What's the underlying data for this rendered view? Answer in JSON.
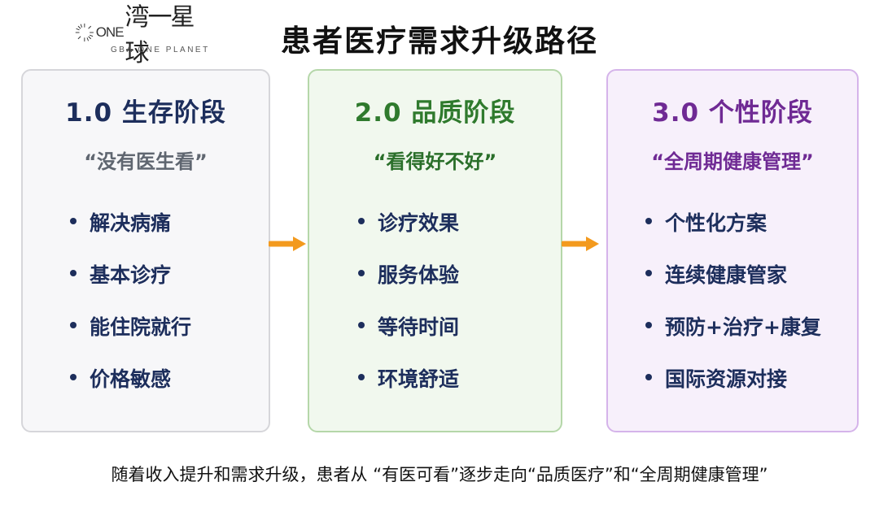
{
  "logo": {
    "one_text": "ONE",
    "cn_text": "湾一星球",
    "sub_text": "GBA ONE PLANET"
  },
  "title": "患者医疗需求升级路径",
  "stages": [
    {
      "title": "1.0 生存阶段",
      "subtitle": "“没有医生看”",
      "items": [
        "解决病痛",
        "基本诊疗",
        "能住院就行",
        "价格敏感"
      ]
    },
    {
      "title": "2.0 品质阶段",
      "subtitle": "“看得好不好”",
      "items": [
        "诊疗效果",
        "服务体验",
        "等待时间",
        "环境舒适"
      ]
    },
    {
      "title": "3.0 个性阶段",
      "subtitle": "“全周期健康管理”",
      "items": [
        "个性化方案",
        "连续健康管家",
        "预防+治疗+康复",
        "国际资源对接"
      ]
    }
  ],
  "footer": "随着收入提升和需求升级，患者从 “有医可看”逐步走向“品质医疗”和“全周期健康管理”",
  "colors": {
    "arrow": "#f39a1e",
    "navy": "#1d2e5c",
    "green": "#2f7a2d",
    "purple": "#6f2a94"
  }
}
